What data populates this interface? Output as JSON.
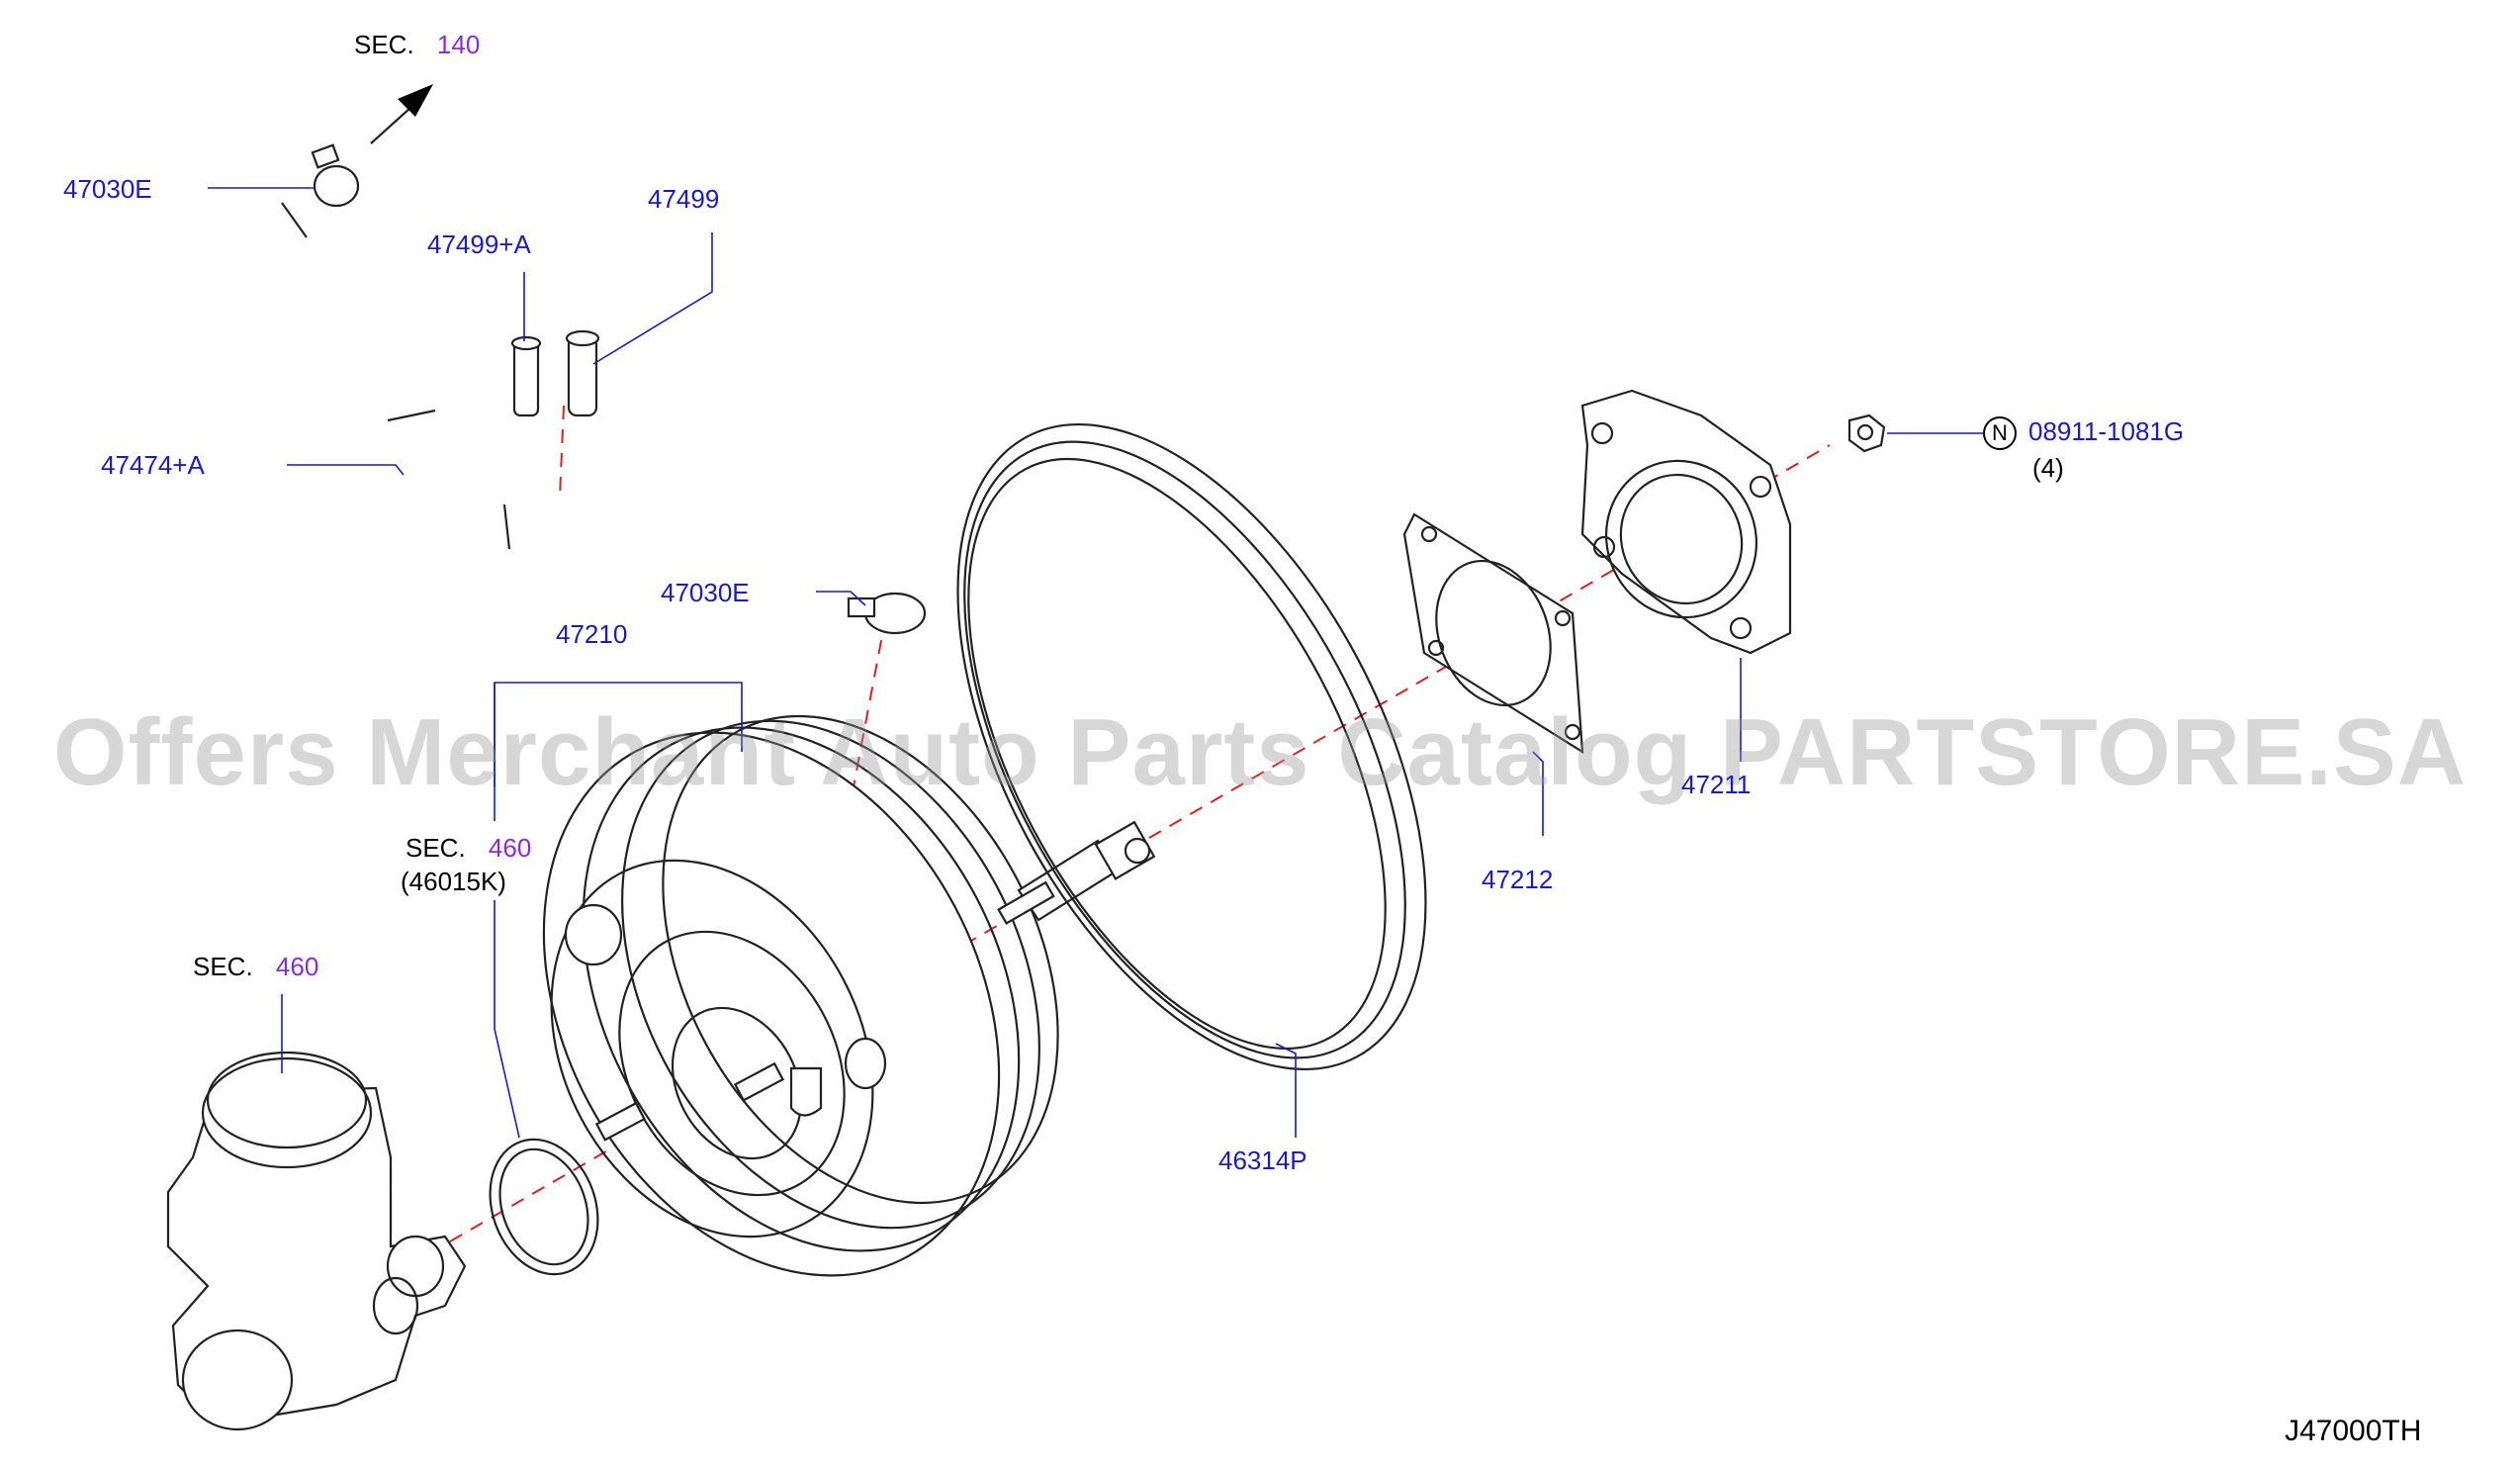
{
  "watermark": "Offers Merchant Auto Parts Catalog PARTSTORE.SA",
  "diagram_code": "J47000TH",
  "sections": [
    {
      "id": "sec140",
      "prefix": "SEC.",
      "number": "140"
    },
    {
      "id": "sec460a",
      "prefix": "SEC.",
      "number": "460",
      "sub": "(46015K)"
    },
    {
      "id": "sec460b",
      "prefix": "SEC.",
      "number": "460"
    }
  ],
  "parts": {
    "p47030e_top": "47030E",
    "p47499": "47499",
    "p47499a": "47499+A",
    "p47474a": "47474+A",
    "p47030e_mid": "47030E",
    "p47210": "47210",
    "p47212": "47212",
    "p47211": "47211",
    "p46314p": "46314P",
    "bolt": "08911-1081G",
    "bolt_qty": "(4)",
    "bolt_symbol": "N"
  },
  "colors": {
    "part_number": "#1a1acc",
    "section_number": "#8a2be2",
    "center_axis": "#e02020"
  }
}
